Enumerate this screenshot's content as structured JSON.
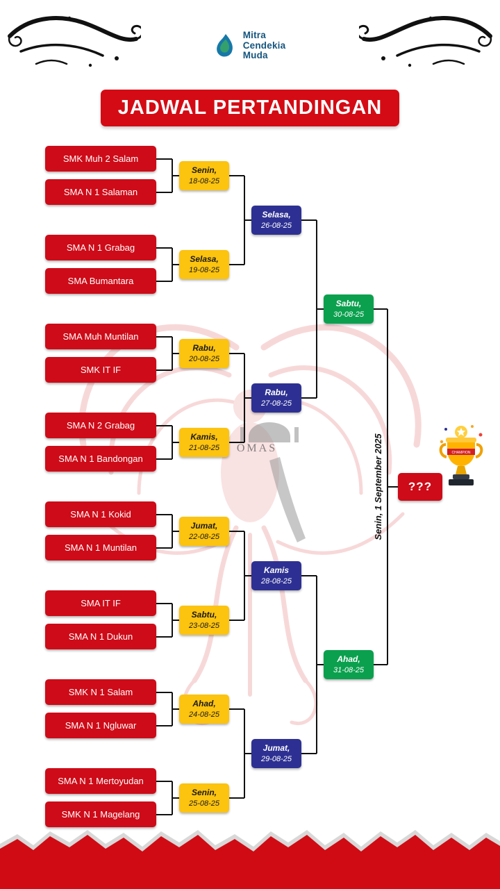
{
  "title": "JADWAL PERTANDINGAN",
  "logo": {
    "lines": [
      "Mitra",
      "Cendekia",
      "Muda"
    ]
  },
  "bracket": {
    "teams": [
      "SMK Muh 2 Salam",
      "SMA N 1 Salaman",
      "SMA N 1 Grabag",
      "SMA Bumantara",
      "SMA Muh Muntilan",
      "SMK IT IF",
      "SMA N 2 Grabag",
      "SMA N 1 Bandongan",
      "SMA N 1 Kokid",
      "SMA N 1 Muntilan",
      "SMA IT IF",
      "SMA N 1 Dukun",
      "SMK N 1 Salam",
      "SMA N 1 Ngluwar",
      "SMA N 1 Mertoyudan",
      "SMK N 1 Magelang"
    ],
    "round1": [
      {
        "day": "Senin,",
        "date": "18-08-25"
      },
      {
        "day": "Selasa,",
        "date": "19-08-25"
      },
      {
        "day": "Rabu,",
        "date": "20-08-25"
      },
      {
        "day": "Kamis,",
        "date": "21-08-25"
      },
      {
        "day": "Jumat,",
        "date": "22-08-25"
      },
      {
        "day": "Sabtu,",
        "date": "23-08-25"
      },
      {
        "day": "Ahad,",
        "date": "24-08-25"
      },
      {
        "day": "Senin,",
        "date": "25-08-25"
      }
    ],
    "quarterfinals": [
      {
        "day": "Selasa,",
        "date": "26-08-25"
      },
      {
        "day": "Rabu,",
        "date": "27-08-25"
      },
      {
        "day": "Kamis",
        "date": "28-08-25"
      },
      {
        "day": "Jumat,",
        "date": "29-08-25"
      }
    ],
    "semifinals": [
      {
        "day": "Sabtu,",
        "date": "30-08-25"
      },
      {
        "day": "Ahad,",
        "date": "31-08-25"
      }
    ],
    "final": {
      "date_label": "Senin, 1 September 2025",
      "winner_placeholder": "???"
    }
  },
  "watermark": {
    "emblem_text": "OMAS"
  },
  "colors": {
    "red": "#ce0b18",
    "yellow": "#fcc30f",
    "blue": "#2d3092",
    "green": "#0ba04e",
    "logo_blue": "#14557e",
    "watermark_red": "#eda3a3"
  }
}
